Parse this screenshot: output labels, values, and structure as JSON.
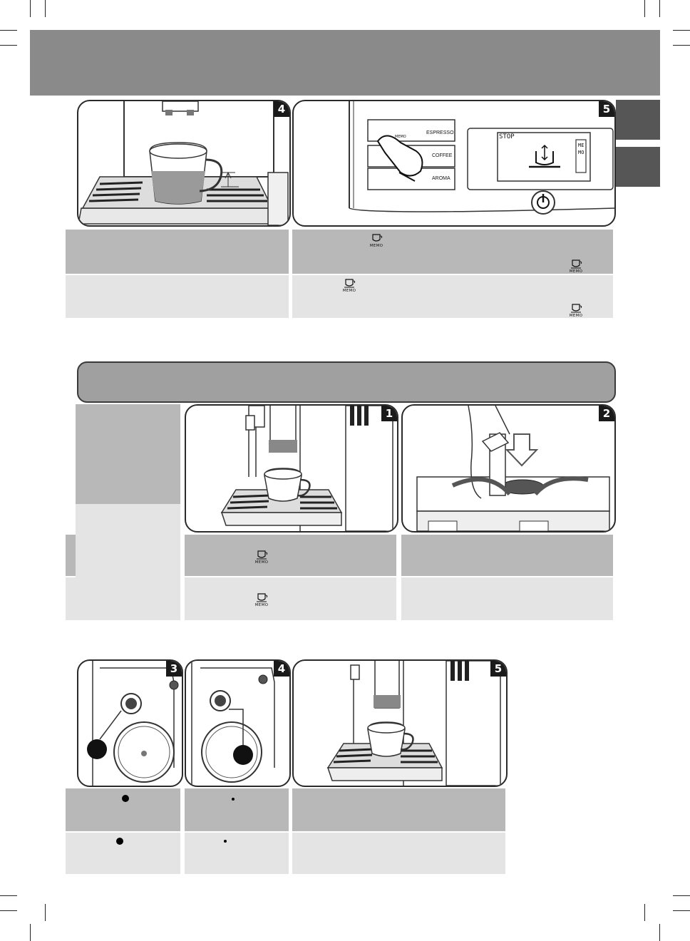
{
  "page": {
    "header_color": "#8a8a8a",
    "tab_color": "#565656",
    "caption_dark": "#b8b8b8",
    "caption_light": "#e4e4e4"
  },
  "step_numbers": {
    "top_left": "4",
    "top_right": "5",
    "mid_left": "1",
    "mid_right": "2",
    "bottom_a": "3",
    "bottom_b": "4",
    "bottom_c": "5"
  },
  "control_panel": {
    "buttons": [
      "ESPRESSO",
      "COFFEE",
      "AROMA"
    ],
    "memo_button_label": "MEMO",
    "display_stop": "STOP",
    "display_memo": "MEMO"
  },
  "icons": {
    "cup_memo": "cup-memo-icon",
    "power": "power-icon",
    "small_dot": "dot-icon",
    "large_dot": "large-dot-icon"
  },
  "memo_label": "MEMO"
}
